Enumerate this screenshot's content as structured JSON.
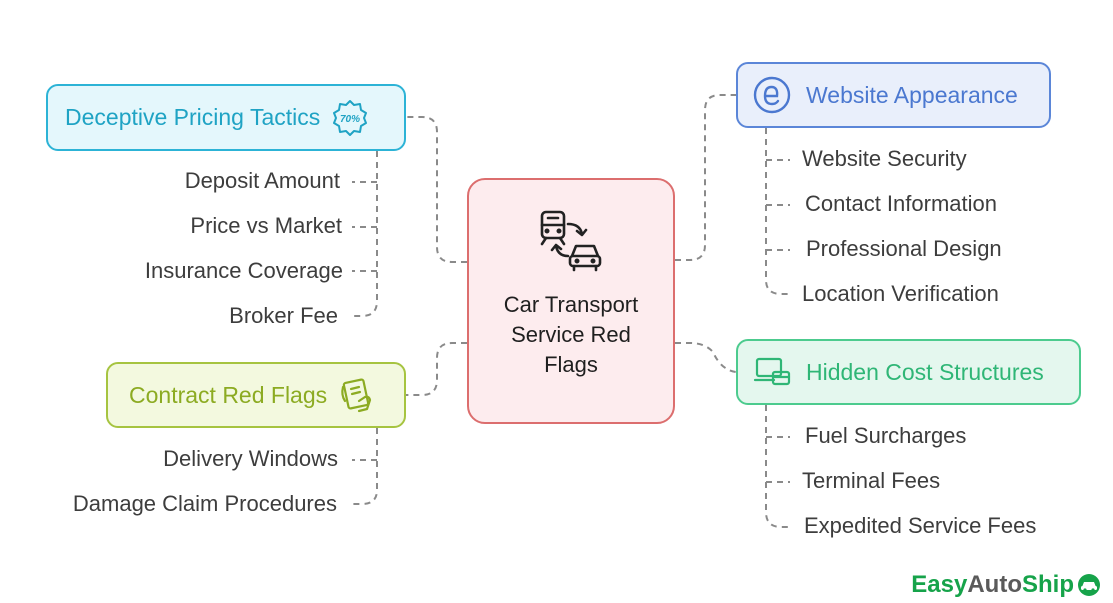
{
  "center": {
    "title": "Car Transport Service Red Flags",
    "icon": "train-car-transfer-icon"
  },
  "branches": {
    "pricing": {
      "title": "Deceptive Pricing Tactics",
      "icon": "percent-badge-icon",
      "badge_text": "70%",
      "items": [
        "Deposit Amount",
        "Price vs Market",
        "Insurance Coverage",
        "Broker Fee"
      ]
    },
    "contract": {
      "title": "Contract Red Flags",
      "icon": "contract-hand-icon",
      "items": [
        "Delivery Windows",
        "Damage Claim Procedures"
      ]
    },
    "website": {
      "title": "Website Appearance",
      "icon": "internet-e-icon",
      "items": [
        "Website Security",
        "Contact Information",
        "Professional Design",
        "Location Verification"
      ]
    },
    "hidden": {
      "title": "Hidden Cost Structures",
      "icon": "laptop-card-icon",
      "items": [
        "Fuel Surcharges",
        "Terminal Fees",
        "Expedited Service Fees"
      ]
    }
  },
  "brand": {
    "part1": "Easy",
    "part2": "Auto",
    "part3": "Ship",
    "icon": "car-logo-icon"
  },
  "colors": {
    "center_border": "#dc6e6e",
    "pricing": "#2cb3d6",
    "contract": "#a6c440",
    "website": "#5b86d8",
    "hidden": "#4ccb8e",
    "brand": "#16a34a"
  }
}
